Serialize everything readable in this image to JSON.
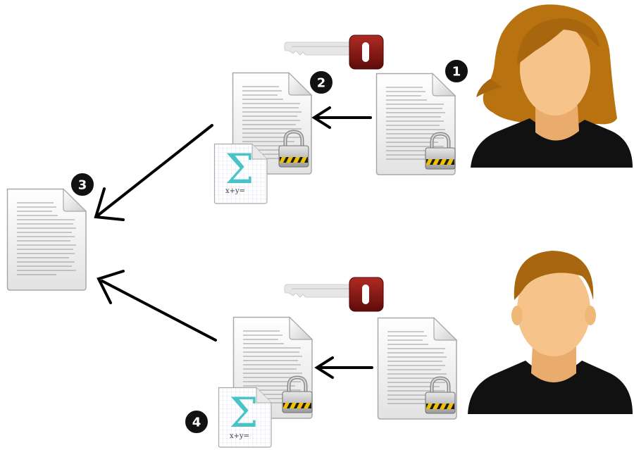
{
  "steps": {
    "one": "1",
    "two": "2",
    "three": "3",
    "four": "4"
  },
  "formula_icon": {
    "symbol": "Σ",
    "caption": "x+y="
  },
  "icons": {
    "document": "document-icon",
    "key": "key-icon",
    "lock": "padlock-icon",
    "formula": "formula-icon",
    "person_female": "woman-avatar-icon",
    "person_male": "man-avatar-icon",
    "arrow": "arrow-icon"
  },
  "colors": {
    "badge": "#111111",
    "key_head": "#8b1410",
    "hair_female": "#b8720f",
    "hair_male": "#a8660e",
    "skin": "#f6c48a",
    "shirt": "#111111",
    "sigma": "#48c4c8",
    "lock_stripe": "#f0c000"
  }
}
